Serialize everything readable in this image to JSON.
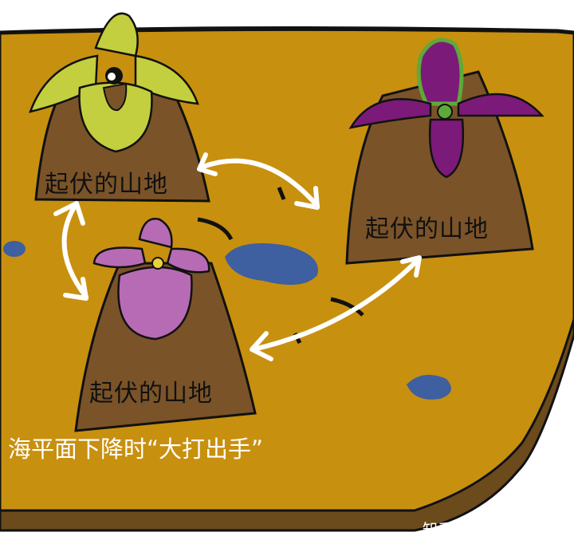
{
  "hills": [
    {
      "label": "起伏的山地",
      "flower": "yellow-green slipper orchid"
    },
    {
      "label": "起伏的山地",
      "flower": "purple slipper orchid"
    },
    {
      "label": "起伏的山地",
      "flower": "pink slipper orchid"
    }
  ],
  "caption": "海平面下降时“大打出手”",
  "watermark": "知乎 @演化生物菌",
  "colors": {
    "ground": "#C8900F",
    "ground_shadow": "#6B4A1C",
    "hill": "#7A5328",
    "water": "#3E5FA0",
    "arrow": "#ffffff",
    "flower_green": "#C3CF3E",
    "flower_purple": "#7C1A7A",
    "flower_pink": "#B76BB4"
  }
}
